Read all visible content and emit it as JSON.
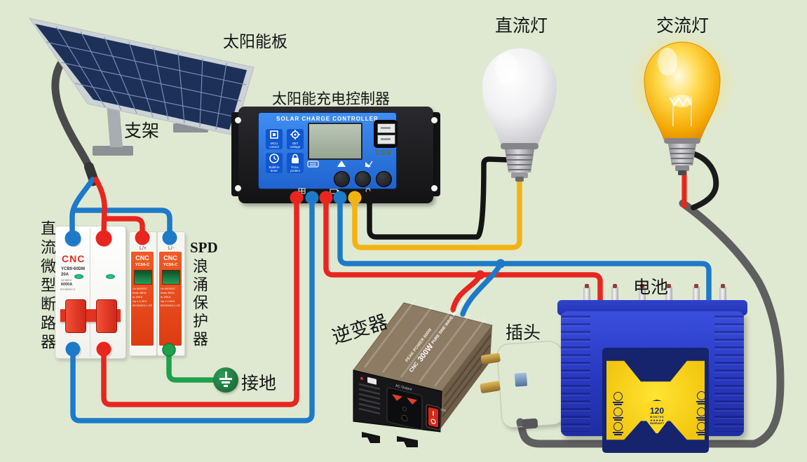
{
  "scene_labels": {
    "solar_panel": "太阳能板",
    "bracket": "支架",
    "controller": "太阳能充电控制器",
    "dc_light": "直流灯",
    "ac_light": "交流灯",
    "dc_breaker": "直流微型断路器",
    "spd_abbr": "SPD",
    "spd_name": "浪涌保护器",
    "ground": "接地",
    "inverter": "逆变器",
    "plug": "插头",
    "battery": "电池"
  },
  "controller": {
    "title": "SOLAR CHARGE CONTROLLER",
    "features": [
      {
        "label": "MCU control"
      },
      {
        "label": "SET voltage"
      },
      {
        "label": "Build-in timer"
      },
      {
        "label": "FULL protect"
      }
    ],
    "usb_label": "USB"
  },
  "breaker": {
    "brand": "CNC",
    "model": "YCB9-60DM",
    "rated_current": "20A",
    "voltage": "DC550V",
    "breaking_capacity": "6000A",
    "standard": "IEC60947-2"
  },
  "spd": {
    "brand": "CNC",
    "model": "YCS6-C",
    "terminal_plus": "L/+",
    "terminal_minus": "L/-",
    "specs": [
      "Uc 660VDC",
      "Imax 40KA",
      "In 20KA",
      "Up ≤ 2.0KV",
      "IEC61643-1 CE"
    ]
  },
  "inverter": {
    "brand": "CNC",
    "power": "300W",
    "product_name": "PURE SINE WAVE INVERTER",
    "peak_power": "PEAK POWER 600W",
    "output_label": "AC Output",
    "switch_on": "ON",
    "switch_off": "OFF"
  },
  "battery": {
    "badge_value": "120",
    "badge_unit": "MONTHS",
    "badge_stars": "★★★★★",
    "badge_warranty": "WARRANTY"
  },
  "colors": {
    "background": "#dfe9d2",
    "wire_red": "#e8251f",
    "wire_blue": "#1d7ac8",
    "wire_yellow": "#f3b411",
    "wire_black": "#141414",
    "wire_green": "#1fa04c",
    "cable_grey": "#5f5f5f",
    "controller_face": "#2e7fe0",
    "breaker_switch_red": "#e23222",
    "spd_red": "#e84d1f",
    "battery_blue": "#2c3ec4",
    "battery_yellow": "#f6cf12",
    "inverter_bronze": "#8d7b64",
    "ground_green": "#1e7b3e"
  }
}
